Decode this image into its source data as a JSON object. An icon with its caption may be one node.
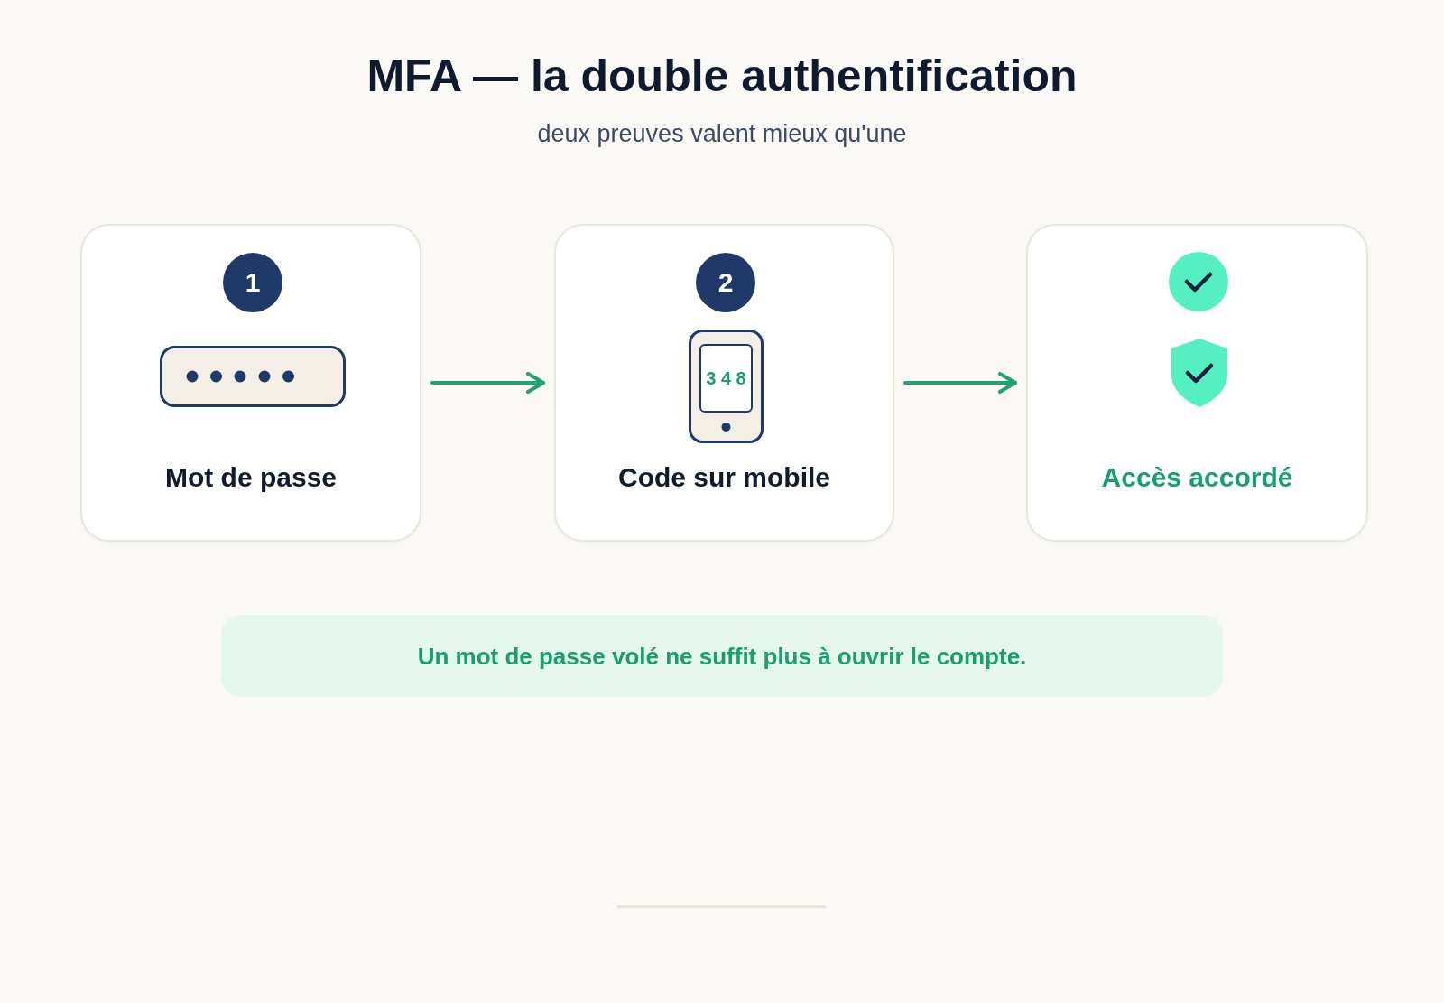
{
  "diagram": {
    "title": "MFA — la double authentification",
    "nodes": [
      {
        "text": [
          "Mot de passe"
        ]
      },
      {
        "text": [
          "1"
        ],
        "in": 0
      },
      {
        "text": [
          "Code sur mobile"
        ]
      },
      {
        "text": [
          "2"
        ],
        "in": 2
      },
      {
        "text": [
          "3 4 8"
        ],
        "in": 2
      },
      {
        "text": [
          "Accès accordé"
        ]
      },
      {
        "text": [
          "Un mot de passe volé ne suffit plus à ouvrir le compte."
        ]
      }
    ],
    "edges": [
      {
        "from": 0,
        "to": 2,
        "arrow": "to"
      },
      {
        "from": 2,
        "to": 5,
        "arrow": "to"
      }
    ],
    "labels": [
      "deux preuves valent mieux qu'une"
    ]
  }
}
